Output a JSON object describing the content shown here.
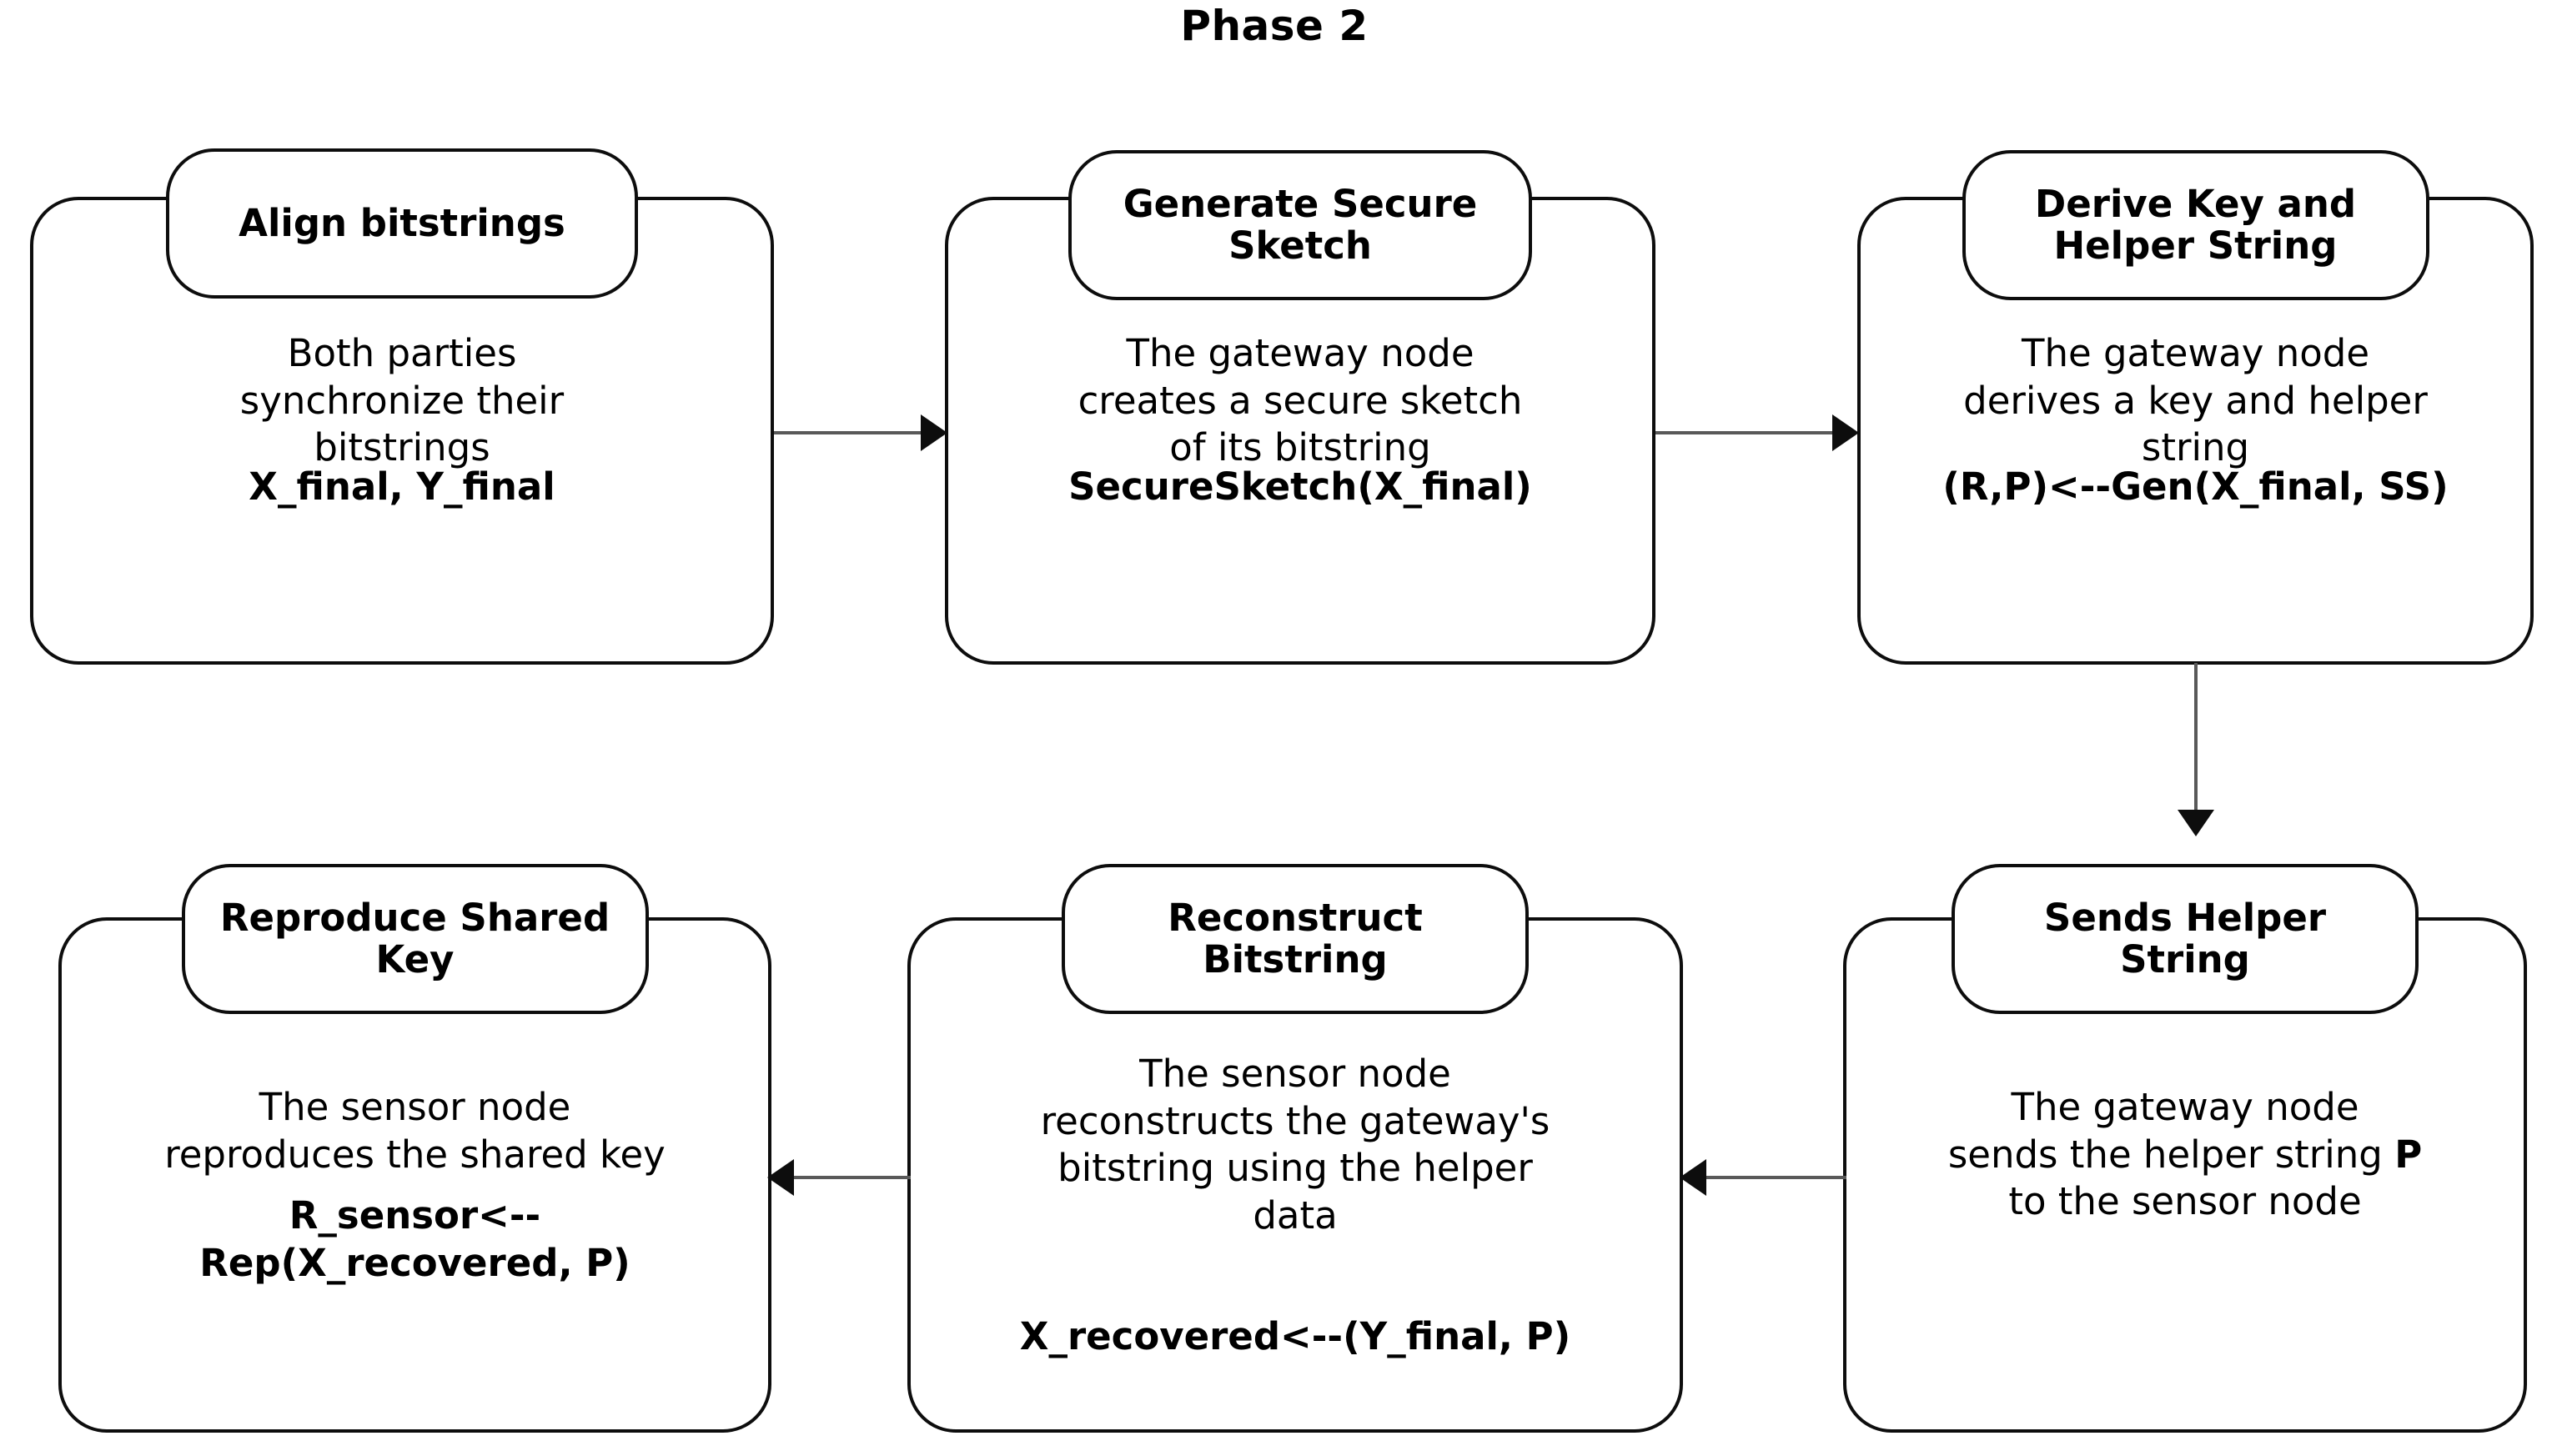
{
  "diagram": {
    "title": "Phase 2",
    "nodes": [
      {
        "id": "align",
        "header": "Align bitstrings",
        "body": "Both parties\nsynchronize their\nbitstrings",
        "formula": "X_final, Y_final"
      },
      {
        "id": "sketch",
        "header": "Generate Secure\nSketch",
        "body": "The gateway node\ncreates a secure sketch\nof its bitstring",
        "formula": "SecureSketch(X_final)"
      },
      {
        "id": "derive",
        "header": "Derive Key and\nHelper String",
        "body": "The gateway node\nderives a key and helper\nstring",
        "formula": "(R,P)<--Gen(X_final, SS)"
      },
      {
        "id": "sends",
        "header": "Sends Helper\nString",
        "body_pre": "The gateway node\nsends the helper string ",
        "body_bold": "P",
        "body_post": "\nto the sensor node",
        "formula": ""
      },
      {
        "id": "reconstruct",
        "header": "Reconstruct\nBitstring",
        "body": "The sensor node\nreconstructs the gateway's\nbitstring using the helper\ndata",
        "formula": "X_recovered<--(Y_final, P)"
      },
      {
        "id": "reproduce",
        "header": "Reproduce\nShared Key",
        "body": "The sensor node\nreproduces the shared key",
        "formula": "R_sensor<--\nRep(X_recovered, P)"
      }
    ],
    "edges": [
      {
        "id": "align-to-sketch",
        "from": "align",
        "to": "sketch",
        "direction": "right"
      },
      {
        "id": "sketch-to-derive",
        "from": "sketch",
        "to": "derive",
        "direction": "right"
      },
      {
        "id": "derive-to-sends",
        "from": "derive",
        "to": "sends",
        "direction": "down"
      },
      {
        "id": "sends-to-reconstruct",
        "from": "sends",
        "to": "reconstruct",
        "direction": "left"
      },
      {
        "id": "reconstruct-to-reproduce",
        "from": "reconstruct",
        "to": "reproduce",
        "direction": "left"
      }
    ],
    "colors": {
      "stroke": "#0d0d0d",
      "background": "#ffffff",
      "arrow": "#595959"
    }
  }
}
